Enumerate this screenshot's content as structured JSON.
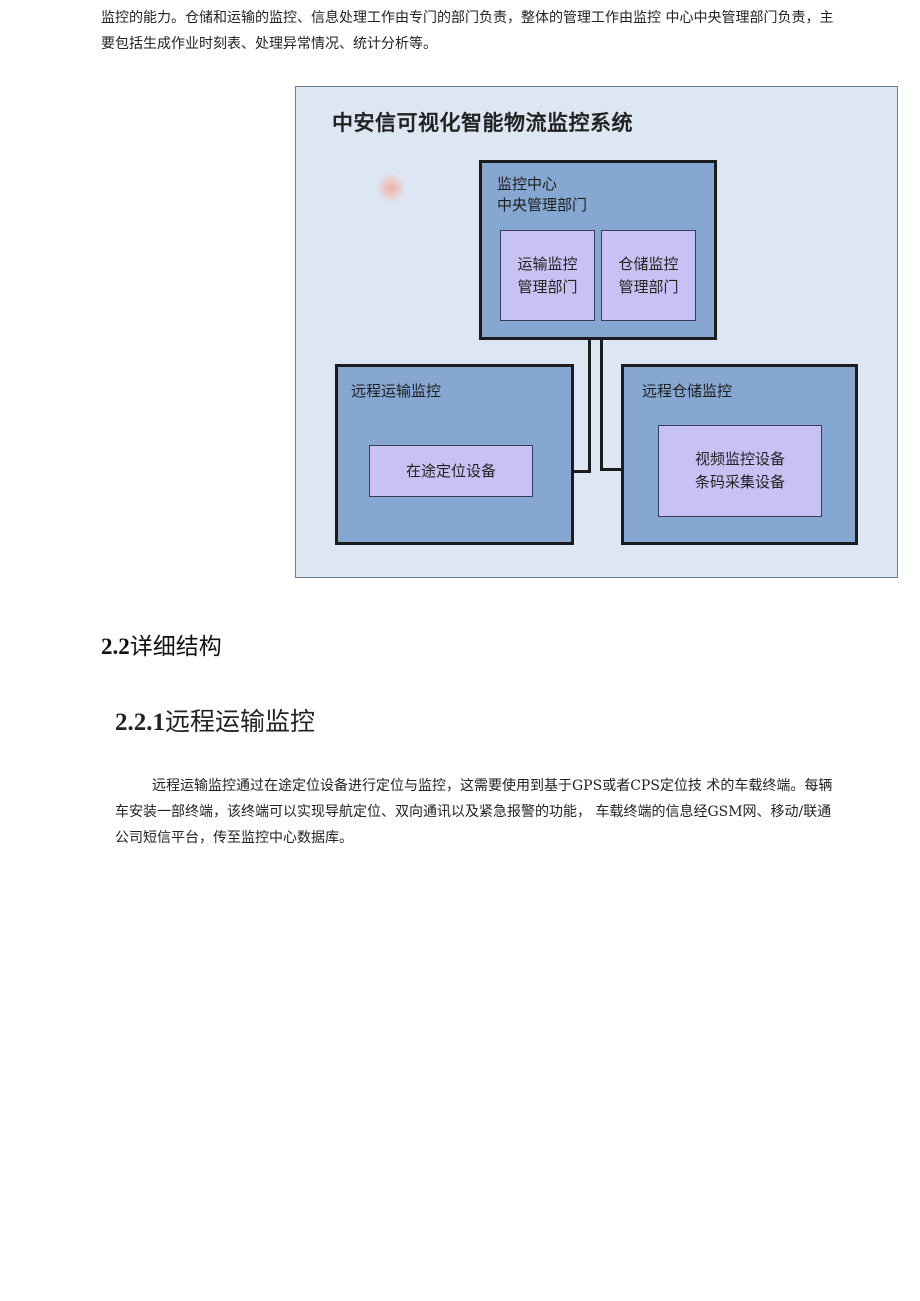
{
  "intro_text": "监控的能力。仓储和运输的监控、信息处理工作由专门的部门负责，整体的管理工作由监控 中心中央管理部门负责，主要包括生成作业时刻表、处理异常情况、统计分析等。",
  "diagram": {
    "title": "中安信可视化智能物流监控系统",
    "center": {
      "label_line1": "监控中心",
      "label_line2": "中央管理部门",
      "transport_dept_line1": "运输监控",
      "transport_dept_line2": "管理部门",
      "storage_dept_line1": "仓储监控",
      "storage_dept_line2": "管理部门"
    },
    "left": {
      "label": "远程运输监控",
      "device": "在途定位设备"
    },
    "right": {
      "label": "远程仓储监控",
      "device_line1": "视频监控设备",
      "device_line2": "条码采集设备"
    }
  },
  "section_2_2": {
    "number": "2.2",
    "title": "详细结构"
  },
  "section_2_2_1": {
    "number": "2.2.1",
    "title": "远程运输监控"
  },
  "body_text": "远程运输监控通过在途定位设备进行定位与监控，这需要使用到基于GPS或者CPS定位技 术的车载终端。每辆车安装一部终端，该终端可以实现导航定位、双向通讯以及紧急报警的功能， 车载终端的信息经GSM网、移动/联通公司短信平台，传至监控中心数据库。"
}
